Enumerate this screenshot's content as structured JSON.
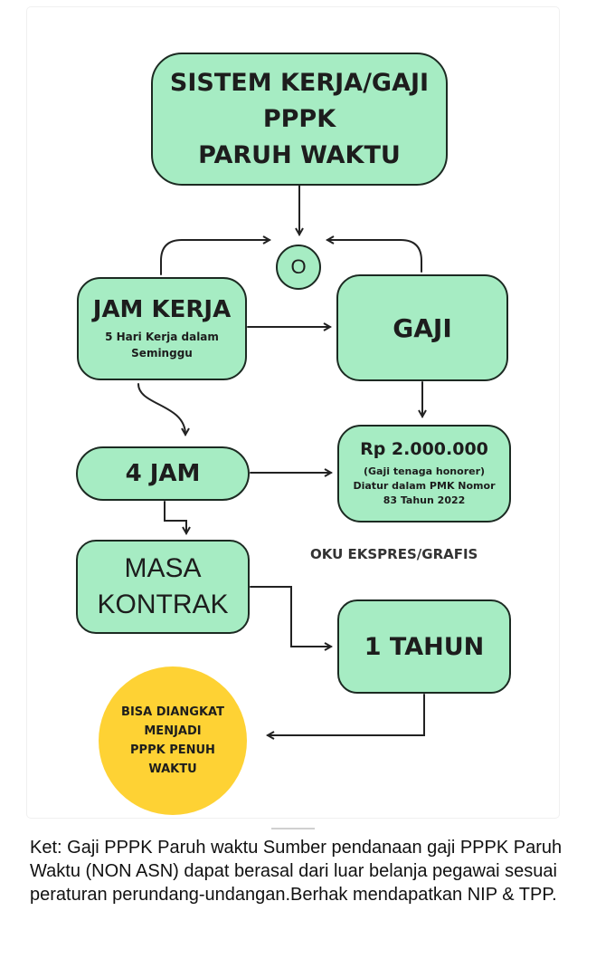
{
  "diagram": {
    "title_lines": [
      "SISTEM KERJA/GAJI",
      "PPPK",
      "PARUH WAKTU"
    ],
    "connector_label": "O",
    "jam_kerja": {
      "label": "JAM KERJA",
      "detail_lines": [
        "5 Hari Kerja dalam",
        "Seminggu"
      ]
    },
    "gaji": {
      "label": "GAJI"
    },
    "jam_count": {
      "label": "4 JAM"
    },
    "gaji_amount": {
      "label": "Rp 2.000.000",
      "detail_lines": [
        "(Gaji tenaga honorer)",
        "Diatur dalam PMK Nomor",
        "83 Tahun 2022"
      ]
    },
    "masa_kontrak": {
      "label_lines": [
        "MASA",
        "KONTRAK"
      ]
    },
    "durasi": {
      "label": "1 TAHUN"
    },
    "outcome": {
      "label_lines": [
        "BISA DIANGKAT",
        "MENJADI",
        "PPPK PENUH",
        "WAKTU"
      ]
    },
    "side_label": "OKU EKSPRES/GRAFIS",
    "colors": {
      "node_fill": "#a6ecc3",
      "node_border": "#1c2a22",
      "outcome_fill": "#fed234"
    }
  },
  "caption": "Ket: Gaji PPPK Paruh waktu Sumber pendanaan gaji PPPK Paruh Waktu (NON ASN) dapat berasal dari luar belanja pegawai sesuai peraturan perundang-undangan.Berhak mendapatkan NIP & TPP."
}
